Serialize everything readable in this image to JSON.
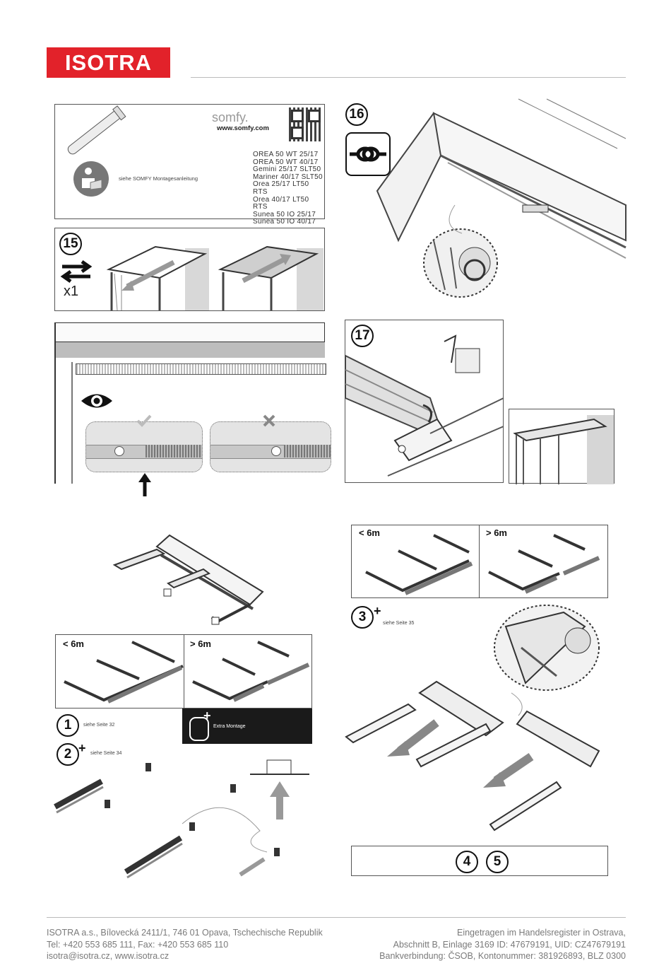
{
  "brand": {
    "logo_text": "ISOTRA",
    "logo_color": "#e2222a"
  },
  "somfy_panel": {
    "brand": "somfy.",
    "url": "www.somfy.com",
    "manual_note": "siehe SOMFY Montagesanleitung",
    "models": [
      "OREA 50 WT 25/17",
      "OREA 50 WT 40/17",
      "Gemini 25/17 SLT50",
      "Mariner  40/17 SLT50",
      "Orea 25/17 LT50 RTS",
      "Orea 40/17 LT50 RTS",
      "Sunea 50 IO 25/17",
      "Sunea 50 IO 40/17"
    ]
  },
  "steps": {
    "s15": {
      "number": "15",
      "count": "x1"
    },
    "s16": {
      "number": "16"
    },
    "s17": {
      "number": "17"
    }
  },
  "lengths": {
    "less": "< 6m",
    "more": "> 6m"
  },
  "left_steps": {
    "s1": {
      "number": "1",
      "note": "siehe Seite 32"
    },
    "s2": {
      "number": "2",
      "plus": "+",
      "note": "siehe Seite 34"
    },
    "extra": {
      "plus": "+",
      "label": "Extra Montage"
    }
  },
  "right_steps": {
    "s3": {
      "number": "3",
      "plus": "+",
      "note": "siehe Seite 35"
    },
    "next": [
      "4",
      "5"
    ]
  },
  "footer": {
    "left": [
      "ISOTRA a.s., Bílovecká 2411/1, 746 01 Opava, Tschechische Republik",
      "Tel: +420 553 685 111, Fax: +420 553 685 110",
      "isotra@isotra.cz, www.isotra.cz"
    ],
    "right": [
      "Eingetragen im Handelsregister in Ostrava,",
      "Abschnitt B, Einlage 3169 ID: 47679191, UID: CZ47679191",
      "Bankverbindung: ČSOB, Kontonummer: 381926893, BLZ 0300"
    ]
  }
}
